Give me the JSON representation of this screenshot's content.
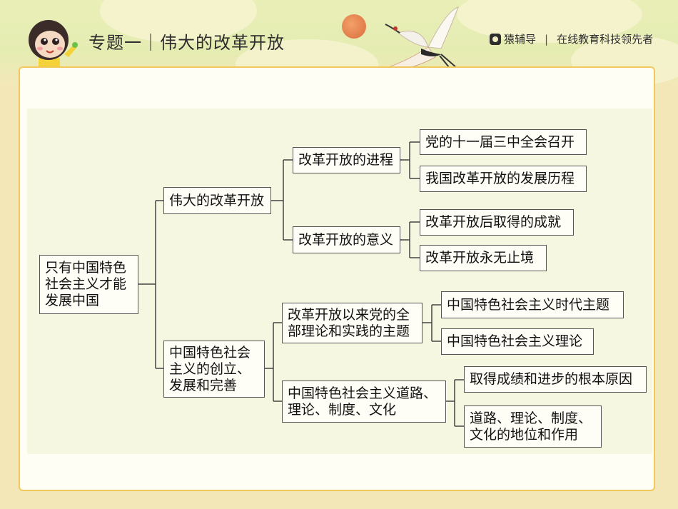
{
  "header": {
    "title": "专题一｜伟大的改革开放",
    "brand_name": "猿辅导",
    "separator": "|",
    "slogan": "在线教育科技领先者"
  },
  "mindmap": {
    "root": "只有中国特色社会主义才能发展中国",
    "branch1": {
      "label": "伟大的改革开放",
      "children": [
        {
          "label": "改革开放的进程",
          "leaves": [
            "党的十一届三中全会召开",
            "我国改革开放的发展历程"
          ]
        },
        {
          "label": "改革开放的意义",
          "leaves": [
            "改革开放后取得的成就",
            "改革开放永无止境"
          ]
        }
      ]
    },
    "branch2": {
      "label": "中国特色社会主义的创立、发展和完善",
      "children": [
        {
          "label": "改革开放以来党的全部理论和实践的主题",
          "leaves": [
            "中国特色社会主义时代主题",
            "中国特色社会主义理论"
          ]
        },
        {
          "label": "中国特色社会主义道路、理论、制度、文化",
          "leaves": [
            "取得成绩和进步的根本原因",
            "道路、理论、制度、文化的地位和作用"
          ]
        }
      ]
    }
  },
  "colors": {
    "panel_border": "#f1c95a",
    "box_border": "#555555",
    "inner_bg": "#f5f7e0"
  }
}
